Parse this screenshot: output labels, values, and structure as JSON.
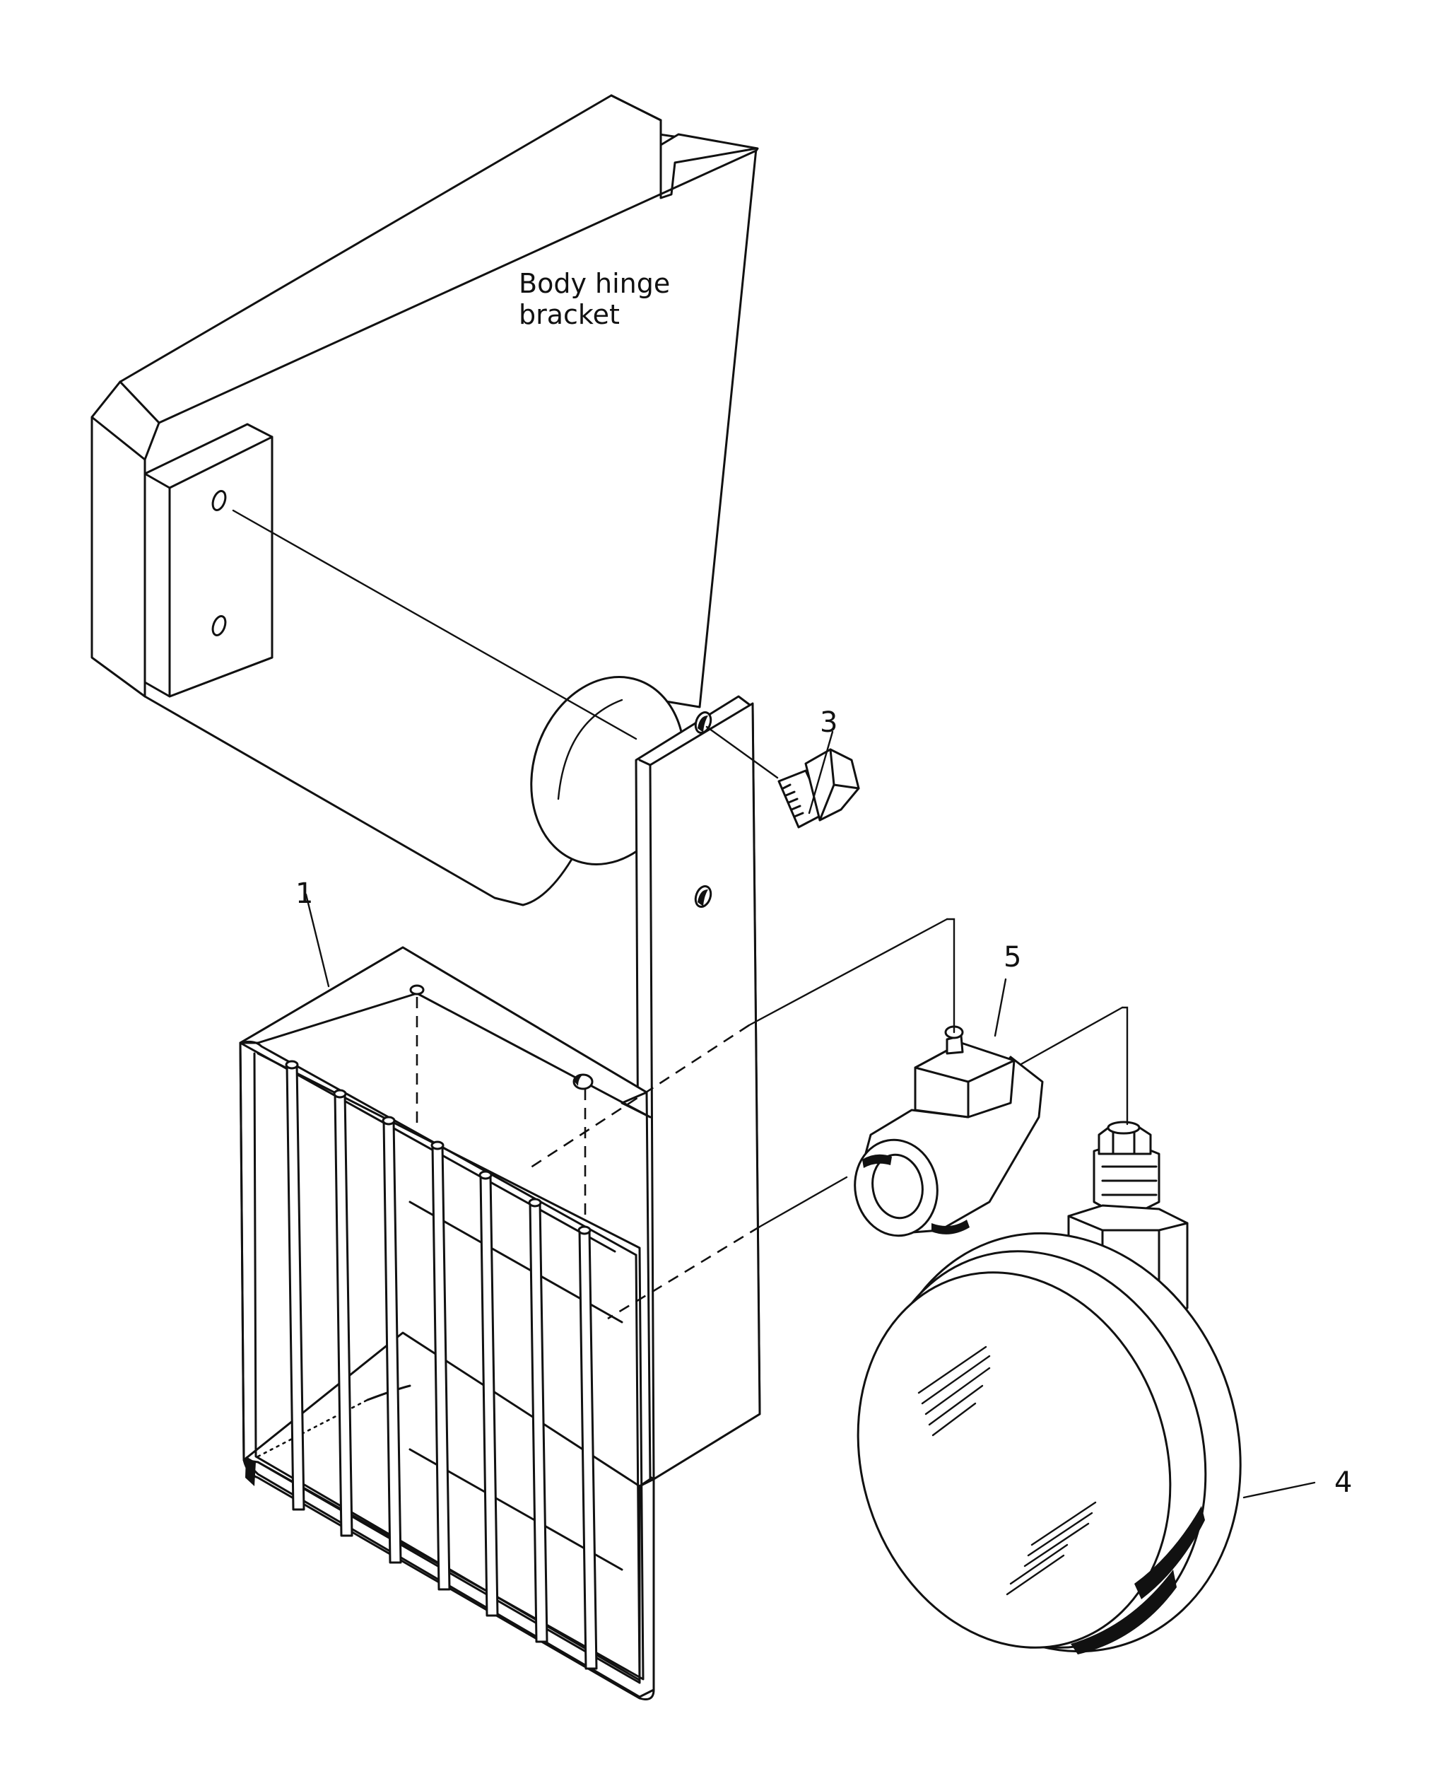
{
  "diagram": {
    "caption_line1": "Body hinge",
    "caption_line2": "bracket",
    "callouts": {
      "item1": "1",
      "item3": "3",
      "item4": "4",
      "item5": "5"
    }
  },
  "colors": {
    "ink": "#111111",
    "paper": "#ffffff"
  }
}
